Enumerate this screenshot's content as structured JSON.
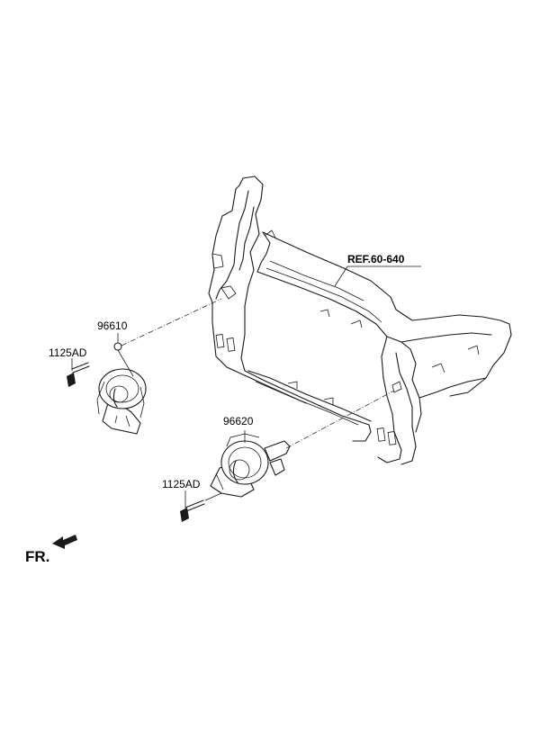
{
  "labels": {
    "ref": "REF.60-640",
    "horn_high": "96610",
    "horn_low": "96620",
    "bolt_upper": "1125AD",
    "bolt_lower": "1125AD",
    "front": "FR."
  },
  "icons": {
    "front_direction": "arrow-left-icon"
  }
}
